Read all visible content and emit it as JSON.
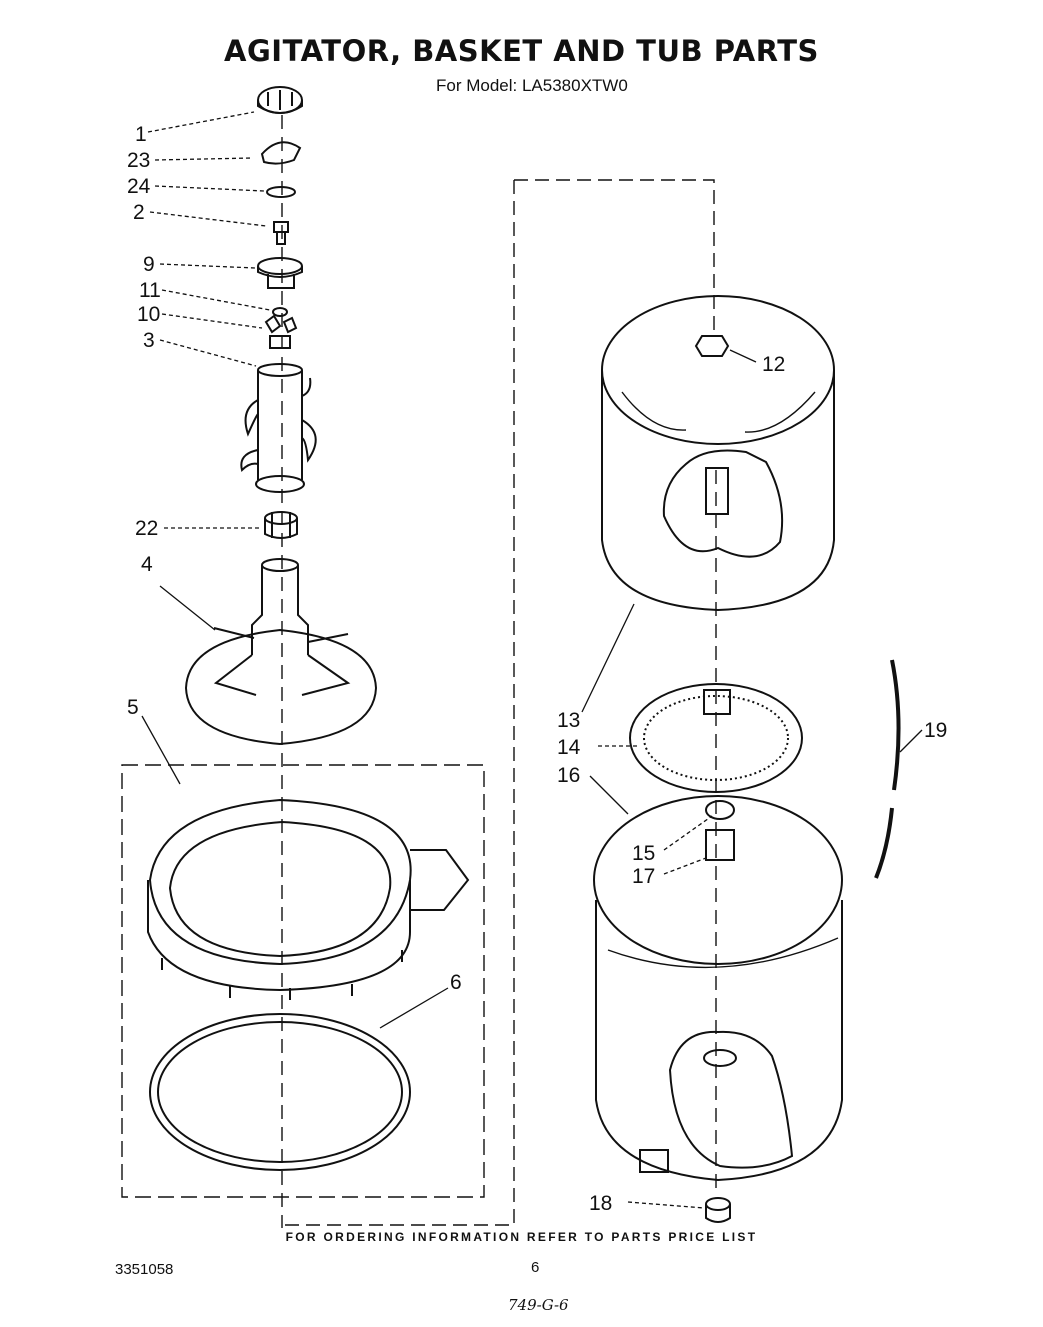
{
  "header": {
    "title": "AGITATOR, BASKET AND TUB PARTS",
    "subtitle": "For Model: LA5380XTW0"
  },
  "callouts": {
    "c1": "1",
    "c23": "23",
    "c24": "24",
    "c2": "2",
    "c9": "9",
    "c11": "11",
    "c10": "10",
    "c3": "3",
    "c22": "22",
    "c4": "4",
    "c5": "5",
    "c6": "6",
    "c12": "12",
    "c13": "13",
    "c14": "14",
    "c16": "16",
    "c19": "19",
    "c15": "15",
    "c17": "17",
    "c18": "18"
  },
  "footer": {
    "ordering_note": "FOR ORDERING INFORMATION REFER TO PARTS PRICE LIST",
    "doc_number": "3351058",
    "page_number": "6",
    "handwritten_code": "749-G-6"
  }
}
